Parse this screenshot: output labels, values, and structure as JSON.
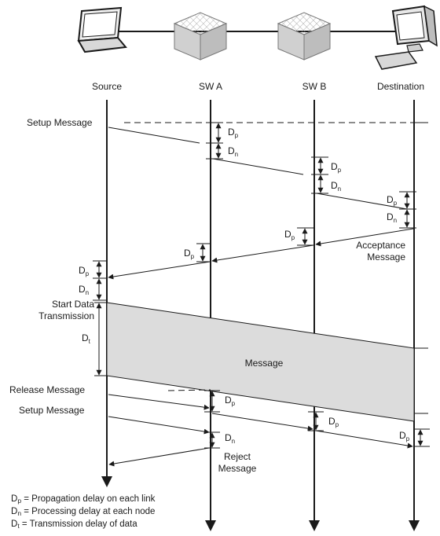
{
  "nodes": [
    {
      "id": "source",
      "label": "Source",
      "icon": "laptop-icon"
    },
    {
      "id": "swa",
      "label": "SW A",
      "icon": "switch-icon"
    },
    {
      "id": "swb",
      "label": "SW B",
      "icon": "switch-icon"
    },
    {
      "id": "destination",
      "label": "Destination",
      "icon": "desktop-computer-icon"
    }
  ],
  "messages": {
    "setup_1": "Setup Message",
    "acceptance_line1": "Acceptance",
    "acceptance_line2": "Message",
    "start_line1": "Start Data",
    "start_line2": "Transmission",
    "message_block": "Message",
    "release": "Release Message",
    "setup_2": "Setup Message",
    "reject_line1": "Reject",
    "reject_line2": "Message"
  },
  "delays": {
    "dp_main": "D",
    "dp_sub": "p",
    "dn_main": "D",
    "dn_sub": "n",
    "dt_main": "D",
    "dt_sub": "t"
  },
  "legend": [
    {
      "main": "D",
      "sub": "p",
      "text": " = Propagation delay on each link"
    },
    {
      "main": "D",
      "sub": "n",
      "text": " = Processing delay at each node"
    },
    {
      "main": "D",
      "sub": "t",
      "text": " = Transmission delay of data"
    }
  ],
  "colors": {
    "line": "#1a1a1a",
    "message_fill": "#dcdcdc",
    "device_fill": "#e6e6e6"
  }
}
